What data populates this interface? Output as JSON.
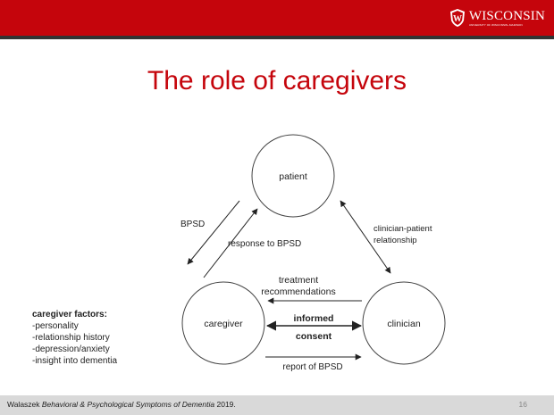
{
  "header": {
    "logo_text": "WISCONSIN",
    "logo_sub": "UNIVERSITY OF WISCONSIN–MADISON",
    "crest_letter": "W",
    "bar_color": "#c5050c"
  },
  "slide": {
    "title": "The role of caregivers"
  },
  "diagram": {
    "nodes": {
      "patient": "patient",
      "caregiver": "caregiver",
      "clinician": "clinician"
    },
    "labels": {
      "bpsd": "BPSD",
      "response": "response to BPSD",
      "relationship_1": "clinician-patient",
      "relationship_2": "relationship",
      "treatment_1": "treatment",
      "treatment_2": "recommendations",
      "consent_1": "informed",
      "consent_2": "consent",
      "report": "report of BPSD"
    },
    "caregiver_factors": {
      "heading": "caregiver factors:",
      "items": [
        "-personality",
        "-relationship history",
        "-depression/anxiety",
        "-insight into dementia"
      ]
    }
  },
  "footer": {
    "citation_author": "Walaszek ",
    "citation_journal": "Behavioral & Psychological Symptoms of Dementia",
    "citation_year": " 2019.",
    "page_number": "16"
  }
}
